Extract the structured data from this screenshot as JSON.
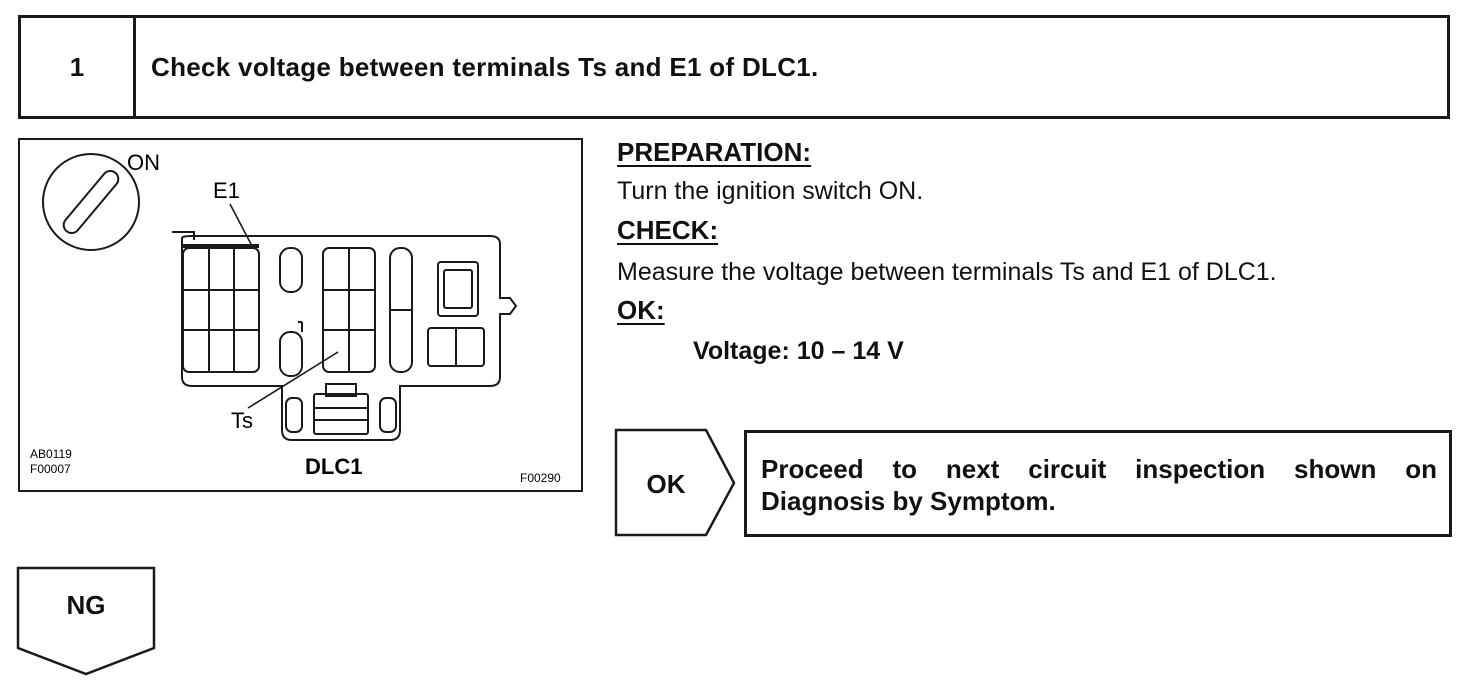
{
  "step": {
    "number": "1",
    "title": "Check voltage between terminals Ts and E1 of DLC1."
  },
  "figure": {
    "switch_label": "ON",
    "terminal_e1": "E1",
    "terminal_ts": "Ts",
    "connector_name": "DLC1",
    "code_left_1": "AB0119",
    "code_left_2": "F00007",
    "code_right": "F00290",
    "icons": [
      "ignition-switch-icon",
      "dlc1-connector-icon"
    ]
  },
  "instructions": {
    "preparation_heading": "PREPARATION:",
    "preparation_text": "Turn the ignition switch ON.",
    "check_heading": "CHECK:",
    "check_text": "Measure the voltage between terminals Ts and E1 of DLC1.",
    "ok_heading": "OK:",
    "spec": "Voltage: 10 – 14 V"
  },
  "ok_result": {
    "label": "OK",
    "text": "Proceed to next circuit inspection shown on Diagnosis by Symptom."
  },
  "ng_result": {
    "label": "NG"
  }
}
